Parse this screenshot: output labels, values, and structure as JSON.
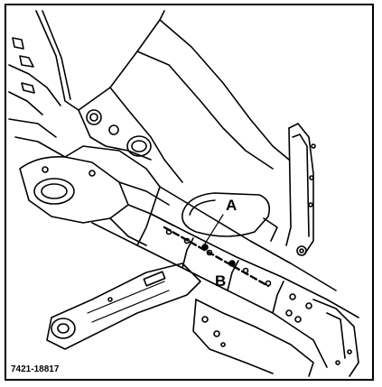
{
  "figure": {
    "label_a": "A",
    "label_b": "B",
    "figure_code": "7421-18817"
  },
  "colors": {
    "line": "#000000",
    "background": "#ffffff"
  }
}
